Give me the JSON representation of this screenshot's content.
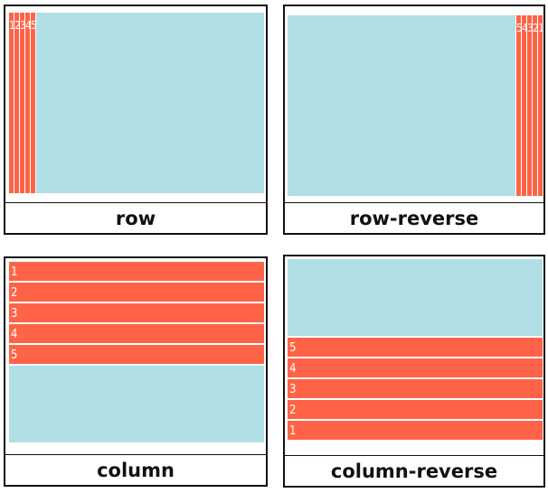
{
  "panels": [
    {
      "direction": "row",
      "label": "row",
      "items": [
        "1",
        "2",
        "3",
        "4",
        "5"
      ]
    },
    {
      "direction": "row-reverse",
      "label": "row-reverse",
      "items": [
        "1",
        "2",
        "3",
        "4",
        "5"
      ]
    },
    {
      "direction": "column",
      "label": "column",
      "items": [
        "1",
        "2",
        "3",
        "4",
        "5"
      ]
    },
    {
      "direction": "column-reverse",
      "label": "column-reverse",
      "items": [
        "1",
        "2",
        "3",
        "4",
        "5"
      ]
    }
  ],
  "colors": {
    "container": "#b0dfe5",
    "item": "#ff6347",
    "border": "#111111"
  }
}
